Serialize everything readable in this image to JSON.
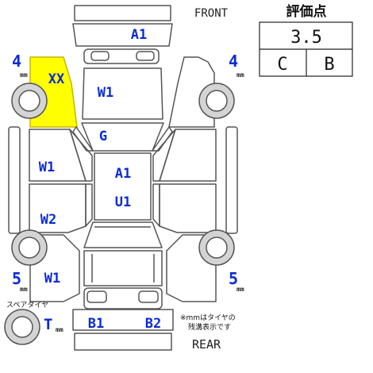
{
  "header": {
    "front_label": "FRONT",
    "rear_label": "REAR"
  },
  "score_box": {
    "title": "評価点",
    "score": "3.5",
    "exterior_grade": "C",
    "interior_grade": "B"
  },
  "tread": {
    "front_left_value": "4",
    "front_right_value": "4",
    "rear_left_value": "5",
    "rear_right_value": "5",
    "unit": "mm",
    "spare_label": "スペアタイヤ",
    "spare_value": "T",
    "spare_unit": "mm",
    "note_line1": "※mmはタイヤの",
    "note_line2": "残溝表示です"
  },
  "damage_codes": {
    "front_bumper": "A1",
    "left_fender": "XX",
    "hood": "W1",
    "windshield": "G",
    "left_front_door": "W1",
    "roof_code_1": "A1",
    "roof_code_2": "U1",
    "left_rear_door": "W2",
    "left_rear_quarter": "W1",
    "rear_bumper_left": "B1",
    "rear_bumper_right": "B2"
  },
  "colors": {
    "line": "#555555",
    "code_text": "#0b2bd6",
    "highlight_fill": "#ffff00",
    "highlight_stroke": "#c8b400",
    "tire_fill": "#d4d4d4"
  }
}
